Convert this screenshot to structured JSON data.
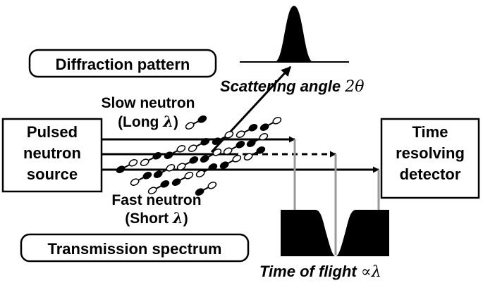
{
  "diagram": {
    "source_box": {
      "line1": "Pulsed",
      "line2": "neutron",
      "line3": "source"
    },
    "detector_box": {
      "line1": "Time",
      "line2": "resolving",
      "line3": "detector"
    },
    "diffraction_label": "Diffraction pattern",
    "transmission_label": "Transmission spectrum",
    "slow_neutron": {
      "line1": "Slow neutron",
      "line2_prefix": "(Long ",
      "lambda": "λ",
      "line2_suffix": ")"
    },
    "fast_neutron": {
      "line1": "Fast neutron",
      "line2_prefix": "(Short ",
      "lambda": "λ",
      "line2_suffix": ")"
    },
    "scattering_angle": {
      "text": "Scattering angle ",
      "symbol": "2θ"
    },
    "time_of_flight": {
      "text": "Time of flight ",
      "symbol": "∝λ"
    }
  }
}
